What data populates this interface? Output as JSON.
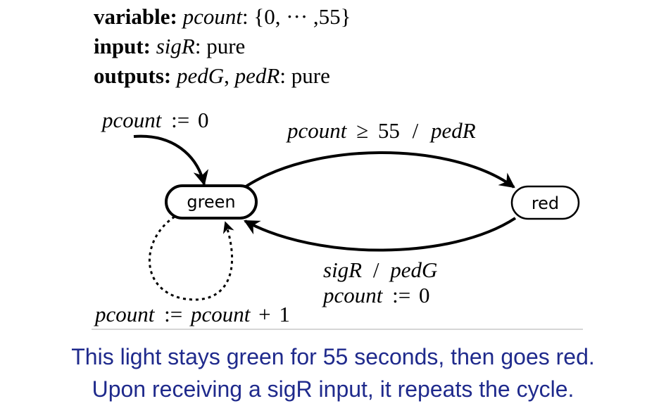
{
  "declarations": {
    "variable": {
      "keyword": "variable:",
      "name": "pcount",
      "sep": ":",
      "domain": "{0, ··· ,55}"
    },
    "input": {
      "keyword": "input:",
      "name": "sigR",
      "sep": ":",
      "type": "pure"
    },
    "outputs": {
      "keyword": "outputs:",
      "name1": "pedG",
      "comma": ",",
      "name2": "pedR",
      "sep": ":",
      "type": "pure"
    }
  },
  "diagram": {
    "states": [
      {
        "id": "green",
        "label": "green",
        "initial": true
      },
      {
        "id": "red",
        "label": "red",
        "initial": false
      }
    ],
    "initial_label": {
      "lhs": "pcount",
      "op": ":=",
      "rhs": "0"
    },
    "transitions": {
      "green_to_red": {
        "guard_var": "pcount",
        "guard_op": "≥",
        "guard_val": "55",
        "slash": "/",
        "output": "pedR"
      },
      "red_to_green": {
        "input": "sigR",
        "slash": "/",
        "output": "pedG",
        "action_lhs": "pcount",
        "action_op": ":=",
        "action_rhs": "0"
      },
      "green_self": {
        "lhs": "pcount",
        "op": ":=",
        "rhs_var": "pcount",
        "rhs_op": "+",
        "rhs_val": "1",
        "style": "dashed"
      }
    }
  },
  "caption": {
    "line1": "This light stays green for 55 seconds, then goes red.",
    "line2": "Upon receiving a sigR input, it repeats the cycle."
  },
  "colors": {
    "caption": "#1f2a8c",
    "stroke": "#000000",
    "divider": "#c8c8c8"
  }
}
